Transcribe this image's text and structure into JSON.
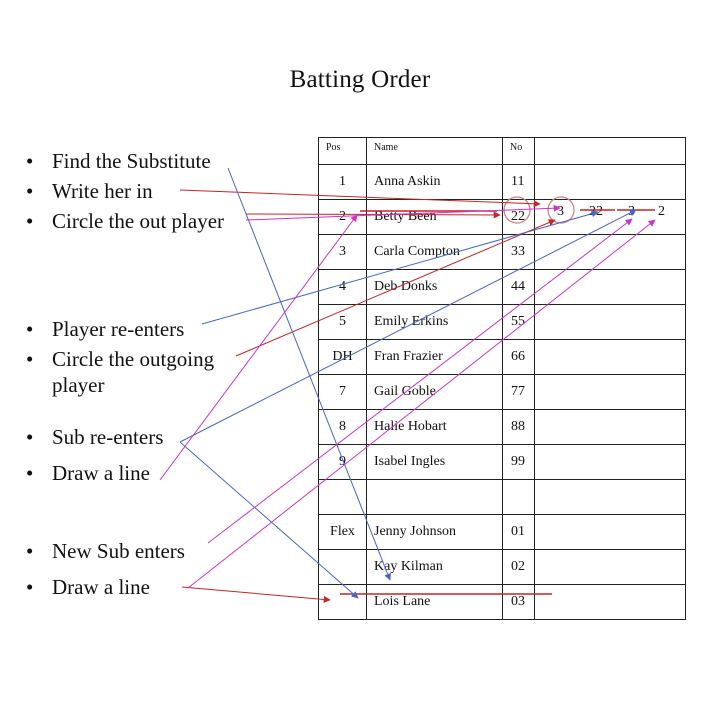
{
  "title": "Batting Order",
  "bullets": [
    {
      "text": "Find the Substitute"
    },
    {
      "text": "Write her in"
    },
    {
      "text": "Circle the out player"
    },
    {
      "text": "Player re-enters"
    },
    {
      "text": "Circle the outgoing",
      "cont": "player"
    },
    {
      "text": "Sub re-enters"
    },
    {
      "text": "Draw a line"
    },
    {
      "text": "New Sub enters"
    },
    {
      "text": "Draw a line"
    }
  ],
  "table": {
    "headers": {
      "pos": "Pos",
      "name": "Name",
      "no": "No"
    },
    "rows": [
      {
        "pos": "1",
        "name": "Anna Askin",
        "no": "11"
      },
      {
        "pos": "2",
        "name": "Betty Been",
        "no": "22"
      },
      {
        "pos": "3",
        "name": "Carla Compton",
        "no": "33"
      },
      {
        "pos": "4",
        "name": "Deb Donks",
        "no": "44"
      },
      {
        "pos": "5",
        "name": "Emily Erkins",
        "no": "55"
      },
      {
        "pos": "DH",
        "name": "Fran Frazier",
        "no": "66"
      },
      {
        "pos": "7",
        "name": "Gail Goble",
        "no": "77"
      },
      {
        "pos": "8",
        "name": "Halie Hobart",
        "no": "88"
      },
      {
        "pos": "9",
        "name": "Isabel Ingles",
        "no": "99"
      },
      {
        "pos": "",
        "name": "",
        "no": ""
      },
      {
        "pos": "Flex",
        "name": "Jenny Johnson",
        "no": "01"
      },
      {
        "pos": "",
        "name": "Kay Kilman",
        "no": "02"
      },
      {
        "pos": "",
        "name": "Lois Lane",
        "no": "03"
      }
    ]
  },
  "row2_entries": {
    "circled_one": "3",
    "first": "22",
    "second": "3",
    "third": "2"
  },
  "colors": {
    "red": "#cc2222",
    "blue": "#4466cc",
    "magenta": "#cc33cc",
    "circle": "#d08080",
    "grid": "#222222"
  }
}
